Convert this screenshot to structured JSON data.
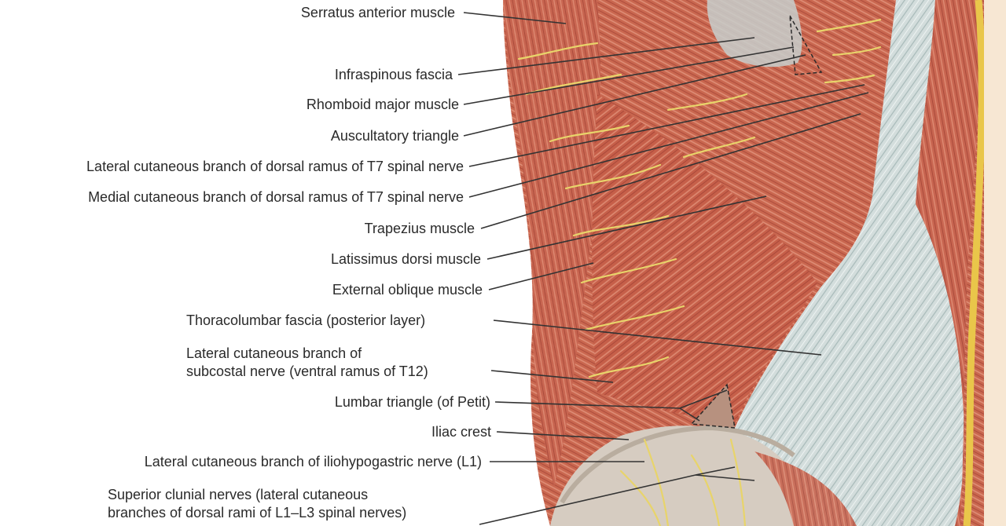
{
  "diagram": {
    "labels": [
      {
        "id": "serratus-anterior",
        "text": "Serratus anterior muscle"
      },
      {
        "id": "infraspinous-fascia",
        "text": "Infraspinous fascia"
      },
      {
        "id": "rhomboid-major",
        "text": "Rhomboid major muscle"
      },
      {
        "id": "auscultatory-triangle",
        "text": "Auscultatory triangle"
      },
      {
        "id": "lateral-cutaneous-t7",
        "text": "Lateral cutaneous branch of dorsal ramus of T7 spinal nerve"
      },
      {
        "id": "medial-cutaneous-t7",
        "text": "Medial cutaneous branch of dorsal ramus of T7 spinal nerve"
      },
      {
        "id": "trapezius",
        "text": "Trapezius muscle"
      },
      {
        "id": "latissimus-dorsi",
        "text": "Latissimus dorsi muscle"
      },
      {
        "id": "external-oblique",
        "text": "External oblique muscle"
      },
      {
        "id": "thoracolumbar-fascia",
        "text": "Thoracolumbar fascia (posterior layer)"
      },
      {
        "id": "subcostal-nerve",
        "line1": "Lateral cutaneous branch of",
        "line2": "subcostal nerve (ventral ramus of T12)"
      },
      {
        "id": "lumbar-triangle",
        "text": "Lumbar triangle (of Petit)"
      },
      {
        "id": "iliac-crest",
        "text": "Iliac crest"
      },
      {
        "id": "iliohypogastric-nerve",
        "text": "Lateral cutaneous branch of iliohypogastric nerve (L1)"
      },
      {
        "id": "superior-clunial",
        "line1": "Superior clunial nerves (lateral cutaneous",
        "line2": "branches of dorsal rami of L1–L3 spinal nerves)"
      }
    ]
  },
  "colors": {
    "muscle": "#c9644e",
    "muscle_light": "#de8a72",
    "fascia": "#cfdad9",
    "fascia_shadow": "#9fb3b2",
    "nerve": "#e8d46a",
    "bone": "#d8cfc4",
    "leader": "#333333",
    "text": "#2a2a2a"
  }
}
